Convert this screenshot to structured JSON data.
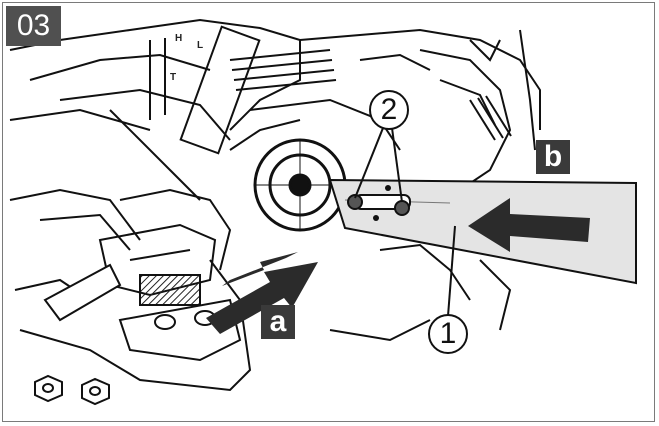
{
  "step_number": "03",
  "labels": {
    "a": "a",
    "b": "b"
  },
  "callouts": {
    "one": "1",
    "two": "2"
  },
  "housing_markings": {
    "h": "H",
    "l": "L",
    "t": "T"
  },
  "colors": {
    "tag_background": "#3a3a3a",
    "bar_fill": "#e4e4e4",
    "arrow_fill": "#2b2b2b",
    "line_art": "#111111"
  }
}
